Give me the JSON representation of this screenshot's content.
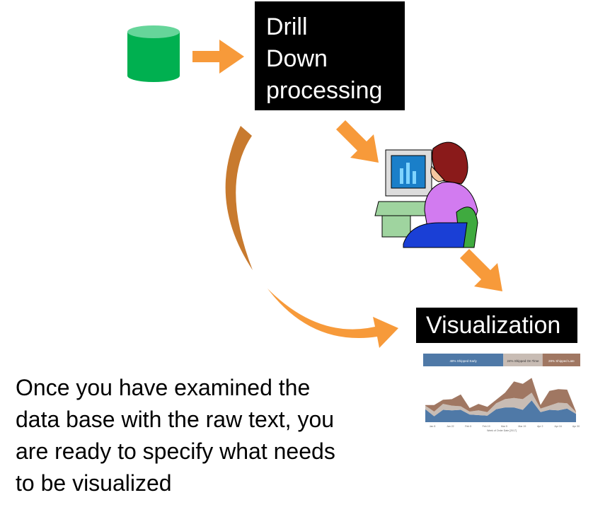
{
  "process_box": {
    "lines": [
      "Drill",
      "Down",
      "processing"
    ]
  },
  "visualization_box": {
    "label": "Visualization"
  },
  "caption": {
    "lines": [
      "Once you have examined the",
      "data base with the raw text, you",
      "are ready to specify what needs",
      "to be visualized"
    ]
  },
  "colors": {
    "database": "#00b050",
    "arrow_orange": "#f79a3a",
    "arrow_brown": "#c87a2e",
    "box": "#000000",
    "early": "#4f79a7",
    "on_time": "#c8bcb4",
    "late": "#a07762"
  },
  "icons": [
    "database-icon",
    "person-at-computer-icon"
  ],
  "chart_data": {
    "type": "area",
    "legend": [
      "48% Shipped Early",
      "24% Shipped On Time",
      "28% Shipped Late"
    ],
    "xlabel": "Week of Order Date [2017]",
    "x_ticks": [
      "Jan 8",
      "Jan 22",
      "Feb 5",
      "Feb 19",
      "Mar 5",
      "Mar 19",
      "Apr 2",
      "Apr 16",
      "Apr 30"
    ],
    "series": [
      {
        "name": "Shipped Early",
        "values": [
          22,
          10,
          21,
          20,
          21,
          13,
          12,
          11,
          22,
          25,
          25,
          21,
          37,
          17,
          21,
          20,
          23,
          14
        ]
      },
      {
        "name": "Shipped On Time",
        "values": [
          6,
          8,
          10,
          8,
          6,
          5,
          8,
          6,
          10,
          14,
          16,
          18,
          13,
          6,
          7,
          13,
          9,
          3
        ]
      },
      {
        "name": "Shipped Late",
        "values": [
          1,
          11,
          7,
          11,
          20,
          6,
          11,
          9,
          6,
          11,
          28,
          26,
          25,
          6,
          25,
          23,
          23,
          1
        ]
      }
    ]
  }
}
